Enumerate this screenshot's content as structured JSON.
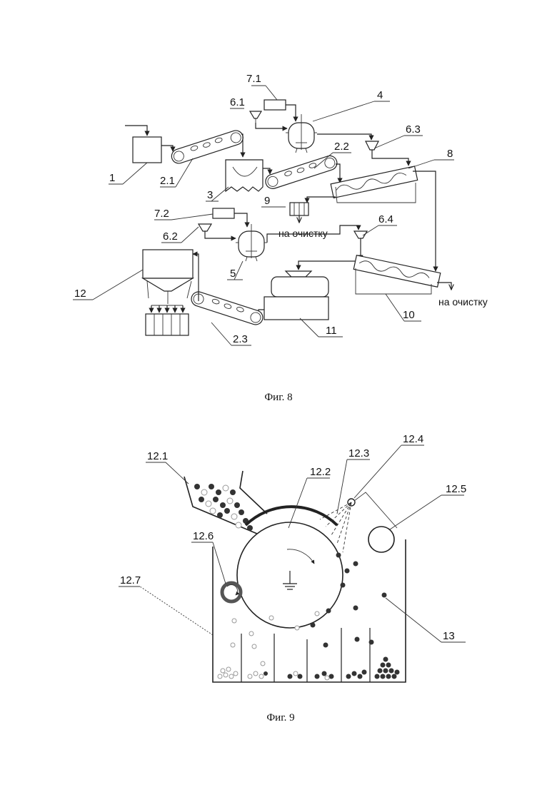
{
  "fig8": {
    "caption": "Фиг. 8",
    "labels": {
      "l1": "1",
      "l2_1": "2.1",
      "l2_2": "2.2",
      "l2_3": "2.3",
      "l3": "3",
      "l4": "4",
      "l5": "5",
      "l6_1": "6.1",
      "l6_2": "6.2",
      "l6_3": "6.3",
      "l6_4": "6.4",
      "l7_1": "7.1",
      "l7_2": "7.2",
      "l8": "8",
      "l9": "9",
      "l10": "10",
      "l11": "11",
      "l12": "12"
    },
    "to_cleaning_1": "на очистку",
    "to_cleaning_2": "на очистку"
  },
  "fig9": {
    "caption": "Фиг. 9",
    "labels": {
      "l12_1": "12.1",
      "l12_2": "12.2",
      "l12_3": "12.3",
      "l12_4": "12.4",
      "l12_5": "12.5",
      "l12_6": "12.6",
      "l12_7": "12.7",
      "l13": "13"
    }
  }
}
